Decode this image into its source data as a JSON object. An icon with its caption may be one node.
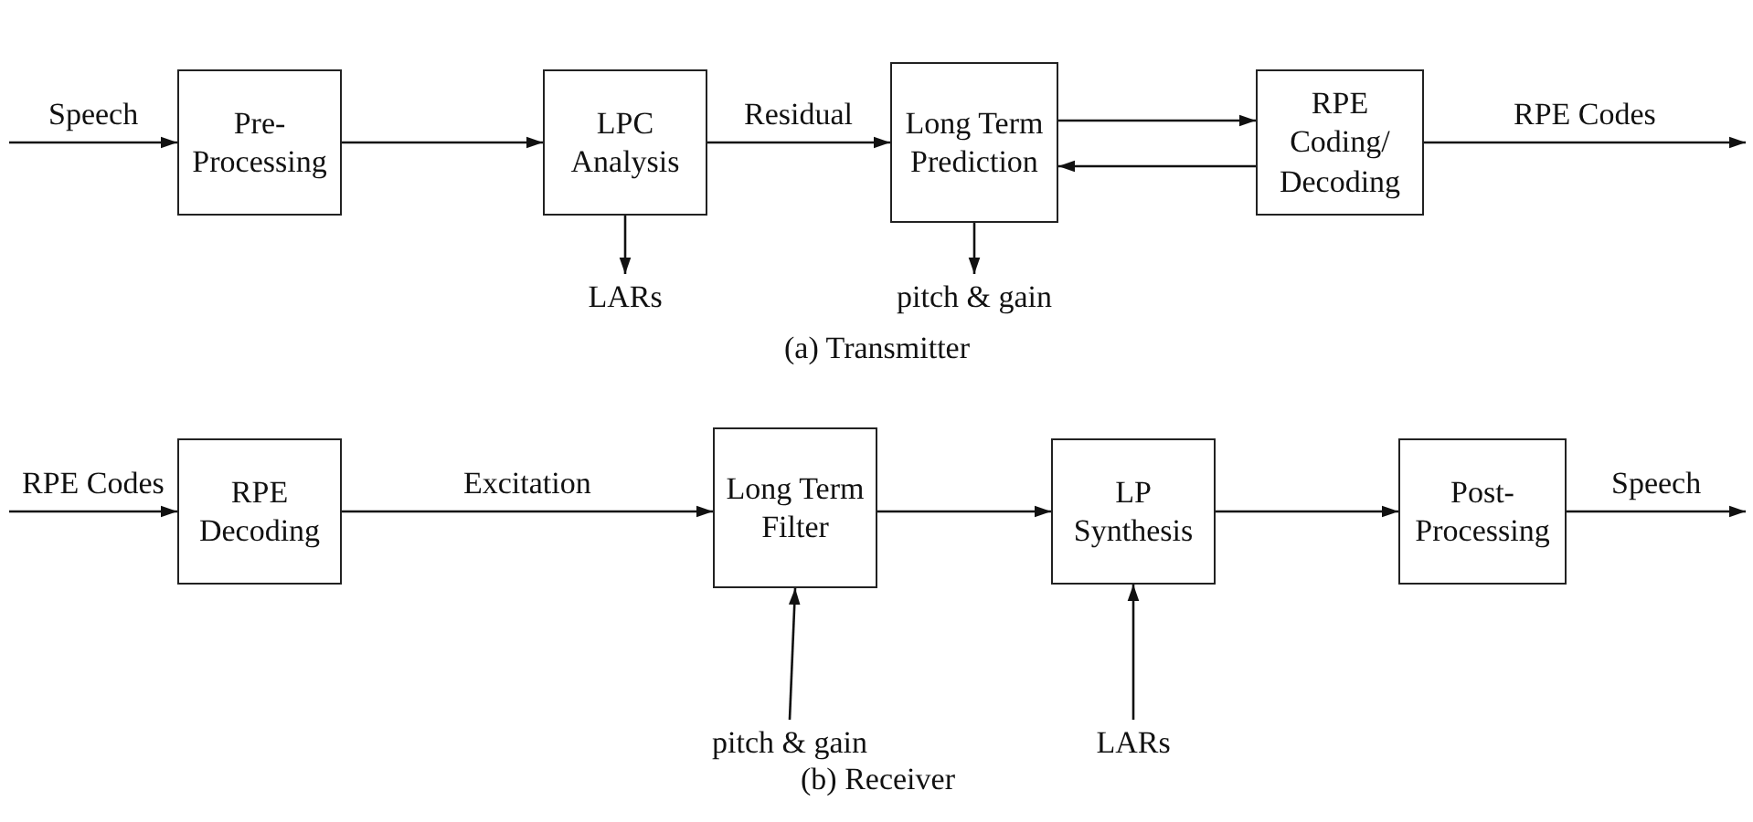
{
  "diagram": {
    "nodes": [
      {
        "text": [
          "Pre- Processing"
        ]
      },
      {
        "text": [
          "LPC Analysis"
        ]
      },
      {
        "text": [
          "Long Term Prediction"
        ]
      },
      {
        "text": [
          "RPE Coding/ Decoding"
        ]
      },
      {
        "text": [
          "LARs"
        ]
      },
      {
        "text": [
          "pitch & gain"
        ]
      },
      {
        "text": [
          "RPE Decoding"
        ]
      },
      {
        "text": [
          "Long Term Filter"
        ]
      },
      {
        "text": [
          "LP Synthesis"
        ]
      },
      {
        "text": [
          "Post- Processing"
        ]
      },
      {
        "text": [
          "pitch & gain"
        ]
      },
      {
        "text": [
          "LARs"
        ]
      }
    ],
    "edges": [
      {
        "from": null,
        "to": 0,
        "arrow": "to",
        "label": "Speech"
      },
      {
        "from": 0,
        "to": 1,
        "arrow": "to"
      },
      {
        "from": 1,
        "to": 2,
        "arrow": "to",
        "label": "Residual"
      },
      {
        "from": 2,
        "to": 3,
        "arrow": "to"
      },
      {
        "from": 3,
        "to": 2,
        "arrow": "to"
      },
      {
        "from": 3,
        "to": null,
        "arrow": "to",
        "label": "RPE Codes"
      },
      {
        "from": 1,
        "to": 4,
        "arrow": "to"
      },
      {
        "from": 2,
        "to": 5,
        "arrow": "to"
      },
      {
        "from": null,
        "to": 6,
        "arrow": "to",
        "label": "RPE Codes"
      },
      {
        "from": 6,
        "to": 7,
        "arrow": "to",
        "label": "Excitation"
      },
      {
        "from": 7,
        "to": 8,
        "arrow": "to"
      },
      {
        "from": 8,
        "to": 9,
        "arrow": "to"
      },
      {
        "from": 9,
        "to": null,
        "arrow": "to",
        "label": "Speech"
      },
      {
        "from": 10,
        "to": 7,
        "arrow": "to"
      },
      {
        "from": 11,
        "to": 8,
        "arrow": "to"
      }
    ],
    "labels": [
      "(a) Transmitter",
      "(b) Receiver"
    ]
  }
}
